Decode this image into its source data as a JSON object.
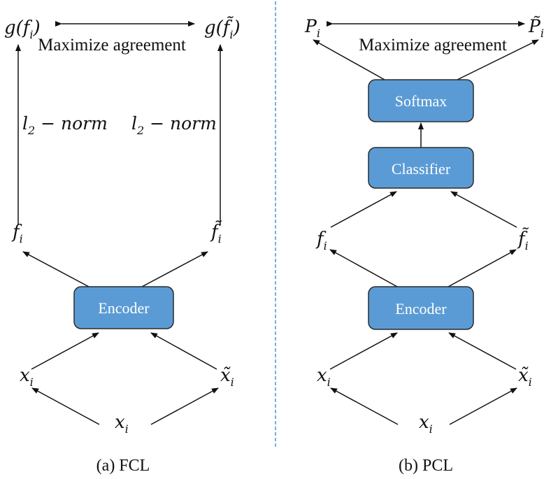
{
  "figure": {
    "divider_color": "#5B9BD5",
    "box_color": "#5B9BD5",
    "panels": [
      {
        "id": "fcl",
        "caption": "(a) FCL",
        "top_left": {
          "base": "g(f",
          "sub": "i",
          "close": ")"
        },
        "top_right": {
          "base": "g(f̃",
          "sub": "i",
          "close": ")"
        },
        "agreement": "Maximize agreement",
        "norm_left": {
          "base": "l",
          "sub": "2",
          "rest": " − norm"
        },
        "norm_right": {
          "base": "l",
          "sub": "2",
          "rest": " − norm"
        },
        "feature_left": {
          "base": "f",
          "sub": "i"
        },
        "feature_right": {
          "base": "f̃",
          "sub": "i"
        },
        "encoder": "Encoder",
        "view_left": {
          "base": "x",
          "sub": "i"
        },
        "view_right": {
          "base": "x̃",
          "sub": "i"
        },
        "input": {
          "base": "x",
          "sub": "i"
        }
      },
      {
        "id": "pcl",
        "caption": "(b) PCL",
        "top_left": {
          "base": "P",
          "sub": "i"
        },
        "top_right": {
          "base": "P̃",
          "sub": "i"
        },
        "agreement": "Maximize agreement",
        "softmax": "Softmax",
        "classifier": "Classifier",
        "feature_left": {
          "base": "f",
          "sub": "i"
        },
        "feature_right": {
          "base": "f̃",
          "sub": "i"
        },
        "encoder": "Encoder",
        "view_left": {
          "base": "x",
          "sub": "i"
        },
        "view_right": {
          "base": "x̃",
          "sub": "i"
        },
        "input": {
          "base": "x",
          "sub": "i"
        }
      }
    ]
  }
}
